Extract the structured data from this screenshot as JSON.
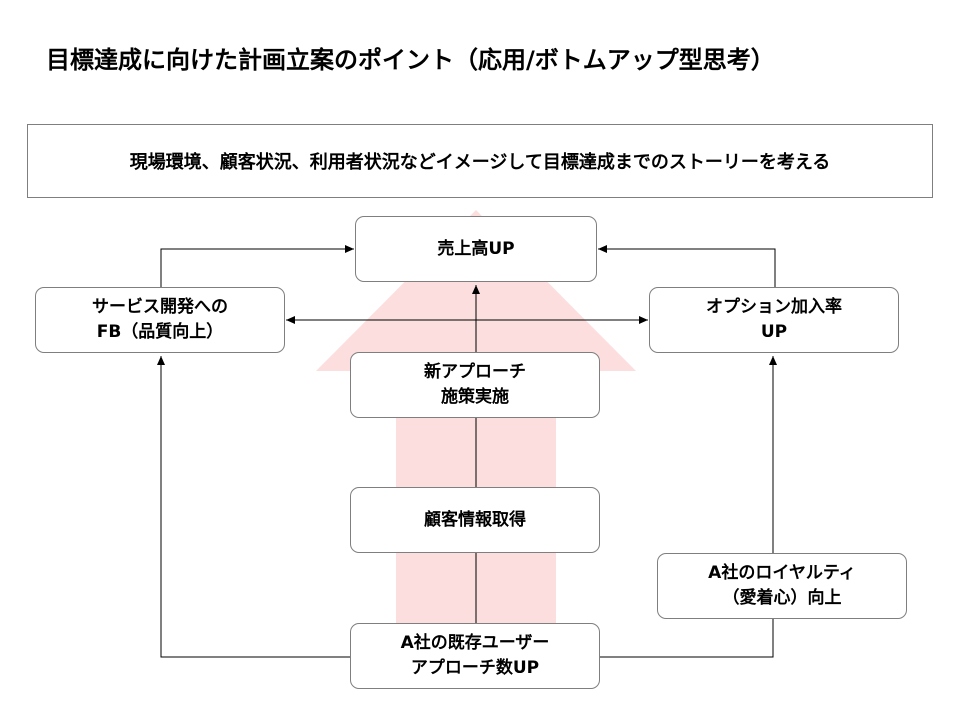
{
  "title": "目標達成に向けた計画立案のポイント（応用/ボトムアップ型思考）",
  "banner": "現場環境、顧客状況、利用者状況などイメージして目標達成までのストーリーを考える",
  "nodes": {
    "sales": [
      "売上高UP"
    ],
    "feedback": [
      "サービス開発への",
      "FB（品質向上）"
    ],
    "option": [
      "オプション加入率",
      "UP"
    ],
    "approach": [
      "新アプローチ",
      "施策実施"
    ],
    "customer_info": [
      "顧客情報取得"
    ],
    "loyalty": [
      "A社のロイヤルティ",
      "（愛着心）向上"
    ],
    "existing_users": [
      "A社の既存ユーザー",
      "アプローチ数UP"
    ]
  },
  "colors": {
    "big_arrow_fill": "#fddede",
    "box_border": "#7f7f7f",
    "connector": "#000000"
  }
}
